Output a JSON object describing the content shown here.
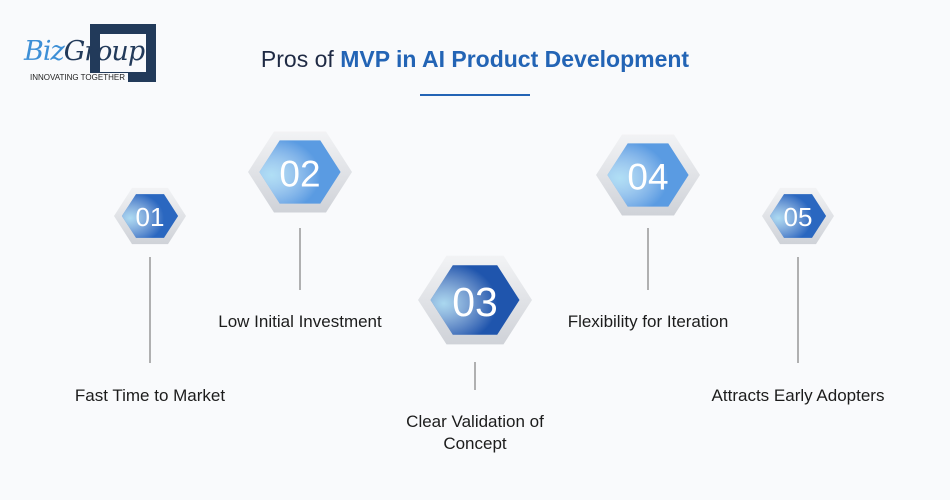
{
  "logo": {
    "brand_part1": "Biz",
    "brand_part2": "Group",
    "tagline": "INNOVATING TOGETHER"
  },
  "title": {
    "prefix": "Pros of ",
    "highlight": "MVP in AI Product Development"
  },
  "steps": [
    {
      "number": "01",
      "label": "Fast Time to Market",
      "color": "#2a67c0"
    },
    {
      "number": "02",
      "label": "Low Initial Investment",
      "color": "#5a9be2"
    },
    {
      "number": "03",
      "label": "Clear Validation of Concept",
      "color": "#1f55ad"
    },
    {
      "number": "04",
      "label": "Flexibility for Iteration",
      "color": "#5a9be2"
    },
    {
      "number": "05",
      "label": "Attracts Early Adopters",
      "color": "#2a67c0"
    }
  ]
}
